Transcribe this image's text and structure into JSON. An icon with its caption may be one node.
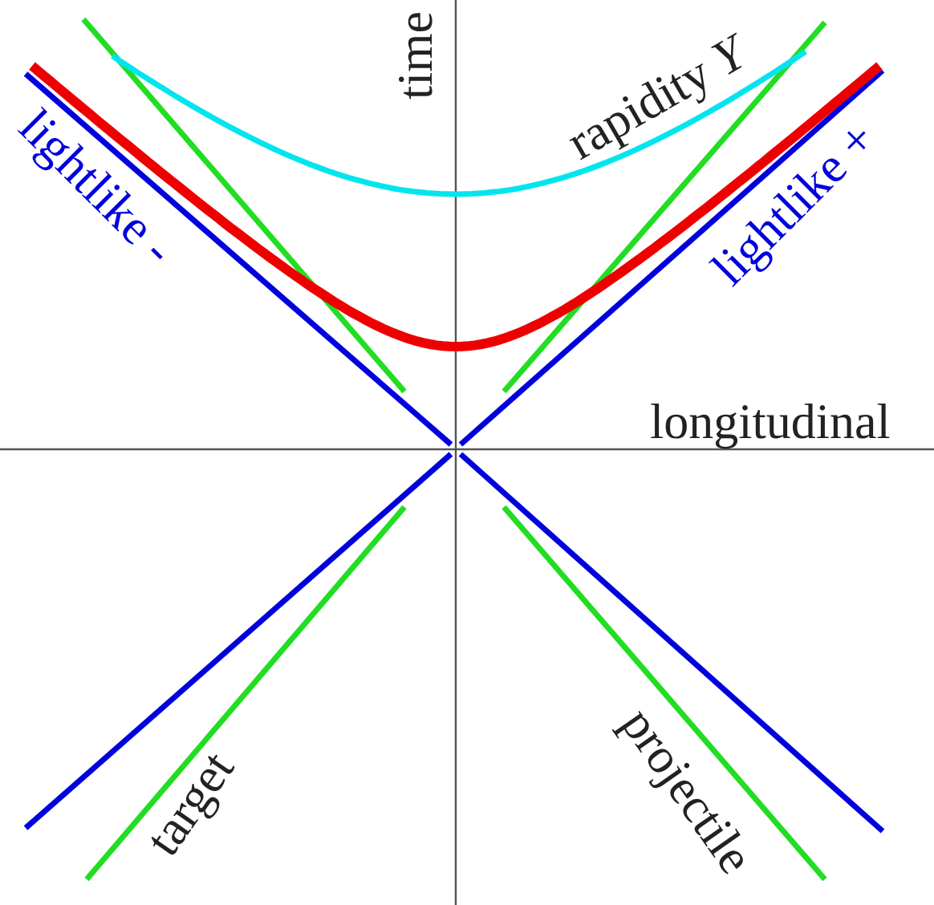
{
  "diagram": {
    "labels": [
      "time",
      "longitudinal",
      "rapidity *Y*",
      "lightlike -",
      "lightlike +",
      "target",
      "projectile"
    ]
  }
}
